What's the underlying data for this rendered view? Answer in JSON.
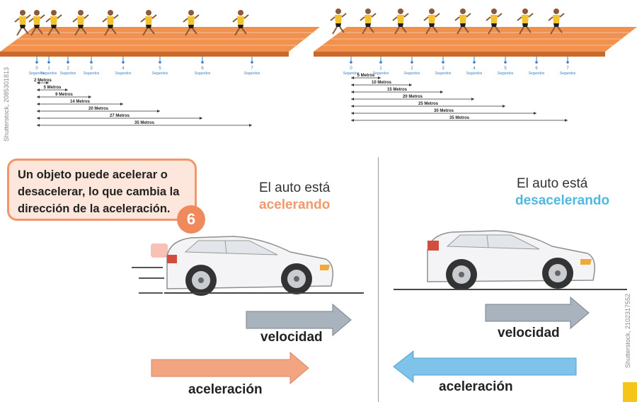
{
  "callout": {
    "lines": [
      "Un objeto puede acelerar o",
      "desacelerar, lo que cambia la",
      "dirección de la aceleración."
    ],
    "badge": "6"
  },
  "left_panel": {
    "heading": "El auto está",
    "state": "acelerando",
    "state_color": "#f29a6f",
    "velocity_label": "velocidad",
    "acceleration_label": "aceleración",
    "velocity_color": "#a9b3bd",
    "acceleration_color": "#f3a582"
  },
  "right_panel": {
    "heading": "El auto está",
    "state": "desacelerando",
    "state_color": "#4fb8e0",
    "velocity_label": "velocidad",
    "acceleration_label": "aceleración",
    "velocity_color": "#a9b3bd",
    "acceleration_color": "#7fc3ea"
  },
  "track_left": {
    "seconds": [
      "0",
      "1",
      "2",
      "3",
      "4",
      "5",
      "6",
      "7"
    ],
    "seconds_label": "Segundos",
    "distances": [
      "2 Metros",
      "5 Metros",
      "9 Metros",
      "14 Metros",
      "20 Metros",
      "27 Metros",
      "35 Metros"
    ]
  },
  "track_right": {
    "seconds": [
      "0",
      "1",
      "2",
      "3",
      "4",
      "5",
      "6",
      "7"
    ],
    "seconds_label": "Segundos",
    "distances": [
      "5 Metros",
      "10 Metros",
      "15 Metros",
      "20 Metros",
      "25 Metros",
      "30 Metros",
      "35 Metros"
    ]
  },
  "credits": {
    "left": "Shutterstock, 2085301813",
    "right": "Shutterstock, 2102317552"
  },
  "colors": {
    "track": "#f0914d",
    "runner_shirt": "#f2c230",
    "tick": "#3b7fc4"
  }
}
